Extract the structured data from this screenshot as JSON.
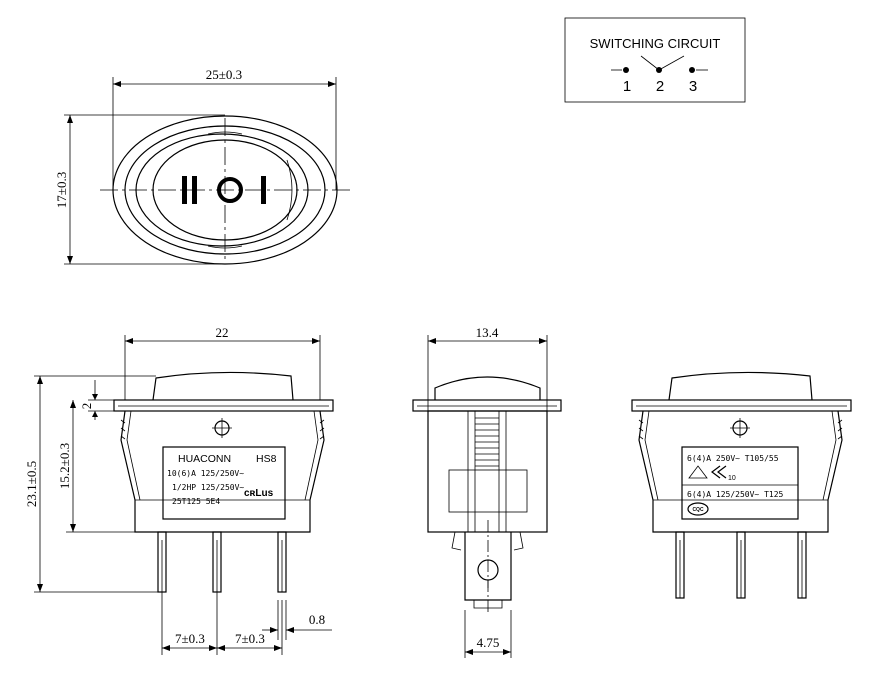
{
  "switching_circuit": {
    "title": "SWITCHING CIRCUIT",
    "terminals": [
      "1",
      "2",
      "3"
    ]
  },
  "top_view": {
    "width_dim": "25±0.3",
    "height_dim": "17±0.3"
  },
  "front_view": {
    "width_dim": "22",
    "flange_dim": "2",
    "body_height_dim": "15.2±0.3",
    "total_height_dim": "23.1±0.5",
    "pin_thickness_dim": "0.8",
    "pitch_left_dim": "7±0.3",
    "pitch_right_dim": "7±0.3",
    "label": {
      "brand": "HUACONN",
      "model": "HS8",
      "line1": "10(6)A 125/250V~",
      "line2": "1/2HP 125/250V~",
      "line3": "25T125 5E4",
      "cert_mark": "cʀLus"
    }
  },
  "side_view": {
    "width_dim": "13.4",
    "pin_width_dim": "4.75"
  },
  "back_view": {
    "label": {
      "line1": "6(4)A 250V~ T105/55",
      "line1_suffix": "10",
      "line2": "6(4)A 125/250V~ T125",
      "cert_mark": "CQC"
    }
  }
}
